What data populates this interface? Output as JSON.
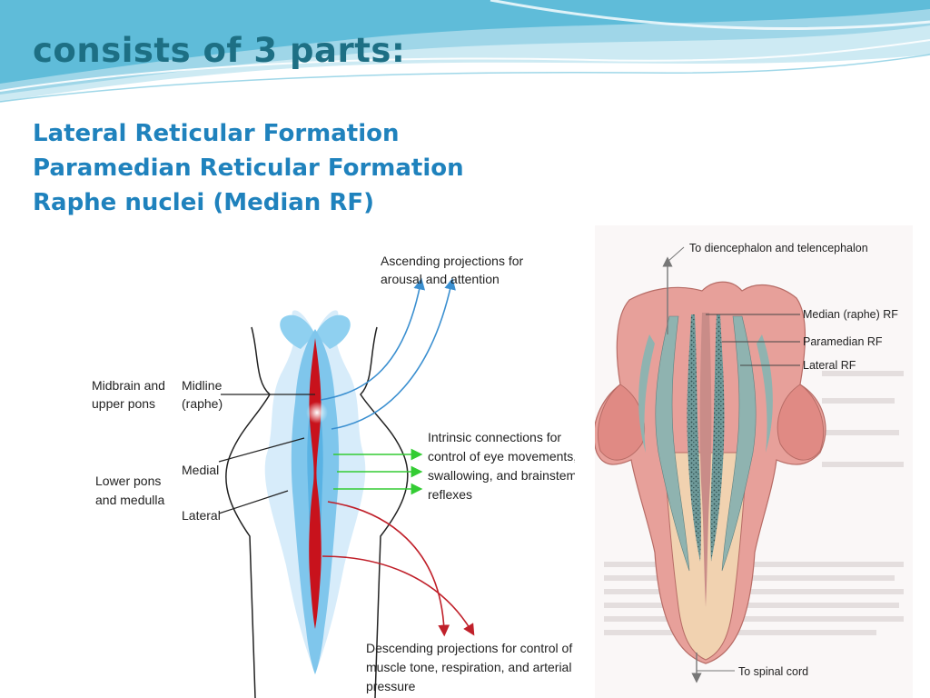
{
  "slide": {
    "title": "consists of 3 parts:",
    "items": [
      "Lateral Reticular Formation",
      "Paramedian Reticular Formation",
      "Raphe nuclei (Median RF)"
    ]
  },
  "left_figure": {
    "ascending": [
      "Ascending projections for",
      "arousal and attention"
    ],
    "region_upper": [
      "Midbrain and",
      "upper pons"
    ],
    "midline": [
      "Midline",
      "(raphe)"
    ],
    "region_lower": [
      "Lower pons",
      "and medulla"
    ],
    "medial": "Medial",
    "lateral": "Lateral",
    "intrinsic": [
      "Intrinsic connections for",
      "control of eye movements,",
      "swallowing, and brainstem",
      "reflexes"
    ],
    "descending": [
      "Descending projections for control of",
      "muscle tone, respiration, and arterial",
      "pressure"
    ]
  },
  "right_figure": {
    "top_arrow": "To diencephalon and telencephalon",
    "median": "Median (raphe) RF",
    "paramedian": "Paramedian RF",
    "lateral": "Lateral RF",
    "bottom_arrow": "To spinal cord"
  },
  "colors": {
    "title": "#1d6f84",
    "bullets": "#1f82bd",
    "ascending_arrows": "#3a8fd0",
    "intrinsic_arrows": "#33cc33",
    "descending_arrows": "#c0202a",
    "midline_red": "#c8121c"
  }
}
